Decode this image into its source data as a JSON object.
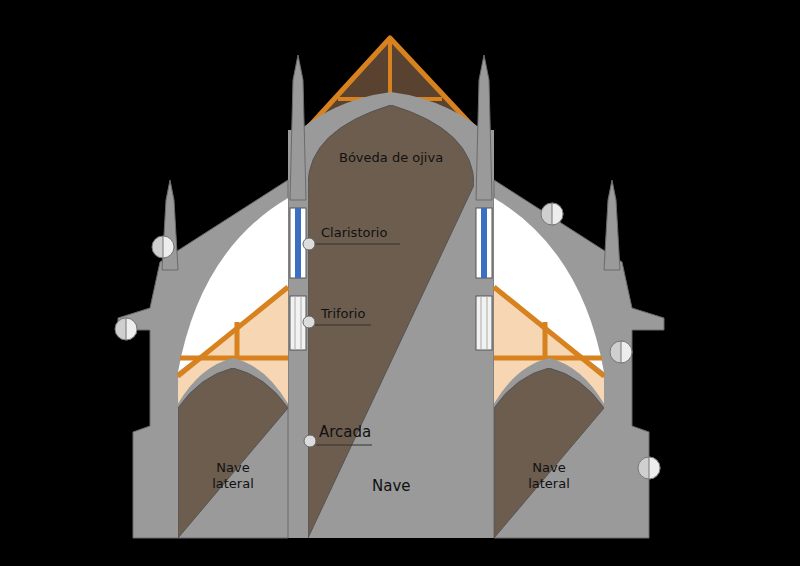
{
  "diagram": {
    "nodes": [
      {
        "text": [
          "Nave lateral"
        ]
      },
      {
        "text": [
          "Bóveda de ojiva",
          "Nave"
        ]
      },
      {
        "text": [
          "Nave lateral"
        ]
      }
    ],
    "labels": [
      "Claristorio",
      "Triforio",
      "Arcada"
    ]
  }
}
